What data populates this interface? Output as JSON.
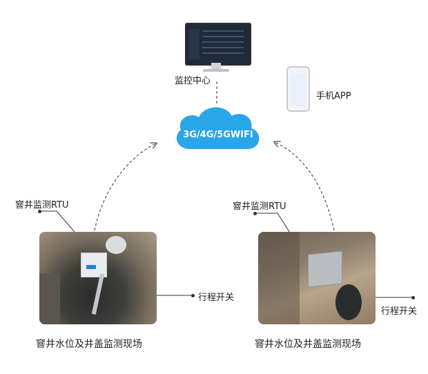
{
  "nodes": {
    "monitor_label": "监控中心",
    "app_label": "手机APP",
    "network_label": "3G/4G/5GWIFI",
    "rtu_left_label": "窨井监测RTU",
    "rtu_right_label": "窨井监测RTU",
    "switch_left_label": "行程开关",
    "switch_right_label": "行程开关",
    "site_left_caption": "窨井水位及井盖监测现场",
    "site_right_caption": "窨井水位及井盖监测现场"
  },
  "colors": {
    "cloud": "#29a6ea",
    "line": "#555555"
  }
}
